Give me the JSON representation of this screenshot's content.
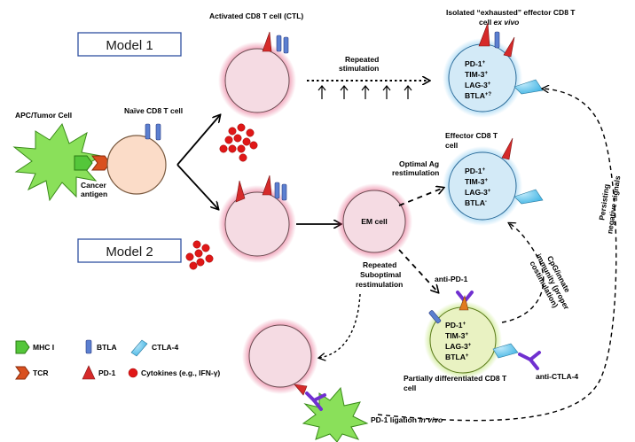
{
  "models": {
    "model1": "Model 1",
    "model2": "Model 2"
  },
  "labels": {
    "apc_tumor": "APC/Tumor Cell",
    "naive": "Naïve CD8 T cell",
    "cancer_antigen_1": "Cancer",
    "cancer_antigen_2": "antigen",
    "activated": "Activated CD8 T cell (CTL)",
    "exhausted_1": "Isolated “exhausted” effector CD8 T",
    "exhausted_2": "cell ",
    "exhausted_2_italic": "ex vivo",
    "repeated_stim_1": "Repeated",
    "repeated_stim_2": "stimulation",
    "effector_1": "Effector CD8 T",
    "effector_2": "cell",
    "optimal_1": "Optimal Ag",
    "optimal_2": "restimulation",
    "em_cell": "EM cell",
    "repeated_sub_1": "Repeated",
    "repeated_sub_2": "Suboptimal",
    "repeated_sub_3": "restimulation",
    "anti_pd1": "anti-PD-1",
    "anti_ctla4": "anti-CTLA-4",
    "partial_1": "Partially differentiated CD8 T",
    "partial_2": "cell",
    "pd1_ligation": "PD-1 ligation ",
    "pd1_ligation_italic": "in vivo",
    "cpg_1": "CpG/innate",
    "cpg_2": "immunity (proper",
    "cpg_3": "costimulation)",
    "persisting_1": "Persisting",
    "persisting_2": "negative signals"
  },
  "markers": {
    "exhausted": {
      "pd1": "PD-1",
      "pd1_sup": "+",
      "tim3": "TIM-3",
      "tim3_sup": "+",
      "lag3": "LAG-3",
      "lag3_sup": "+",
      "btla": "BTLA",
      "btla_sup": "+?"
    },
    "effector": {
      "pd1": "PD-1",
      "pd1_sup": "+",
      "tim3": "TIM-3",
      "tim3_sup": "+",
      "lag3": "LAG-3",
      "lag3_sup": "+",
      "btla": "BTLA",
      "btla_sup": "-"
    },
    "partial": {
      "pd1": "PD-1",
      "pd1_sup": "+",
      "tim3": "TIM-3",
      "tim3_sup": "+",
      "lag3": "LAG-3",
      "lag3_sup": "+",
      "btla": "BTLA",
      "btla_sup": "+"
    }
  },
  "legend": {
    "mhc": "MHC I",
    "btla": "BTLA",
    "ctla4": "CTLA-4",
    "tcr": "TCR",
    "pd1": "PD-1",
    "cytokines": "Cytokines (e.g., IFN-γ)"
  },
  "colors": {
    "pink_cell": "#f5dbe3",
    "pink_glow": "#e0406e",
    "blue_cell": "#d3eaf7",
    "blue_glow": "#5fb8ea",
    "green_glow": "#a6d93a",
    "green_cell": "#e9f2c2",
    "naive_cell": "#fbdcc8",
    "tumor_green": "#8ae05a",
    "mhc_green": "#54c63a",
    "tcr_orange": "#d9501f",
    "pd1_red": "#d62a2a",
    "btla_blue": "#5b7fd0",
    "ctla4_cyan": "#58c4ea",
    "cytokine_red": "#e01717",
    "antibody_purple": "#7030d0",
    "model_box_border": "#3050a0"
  }
}
